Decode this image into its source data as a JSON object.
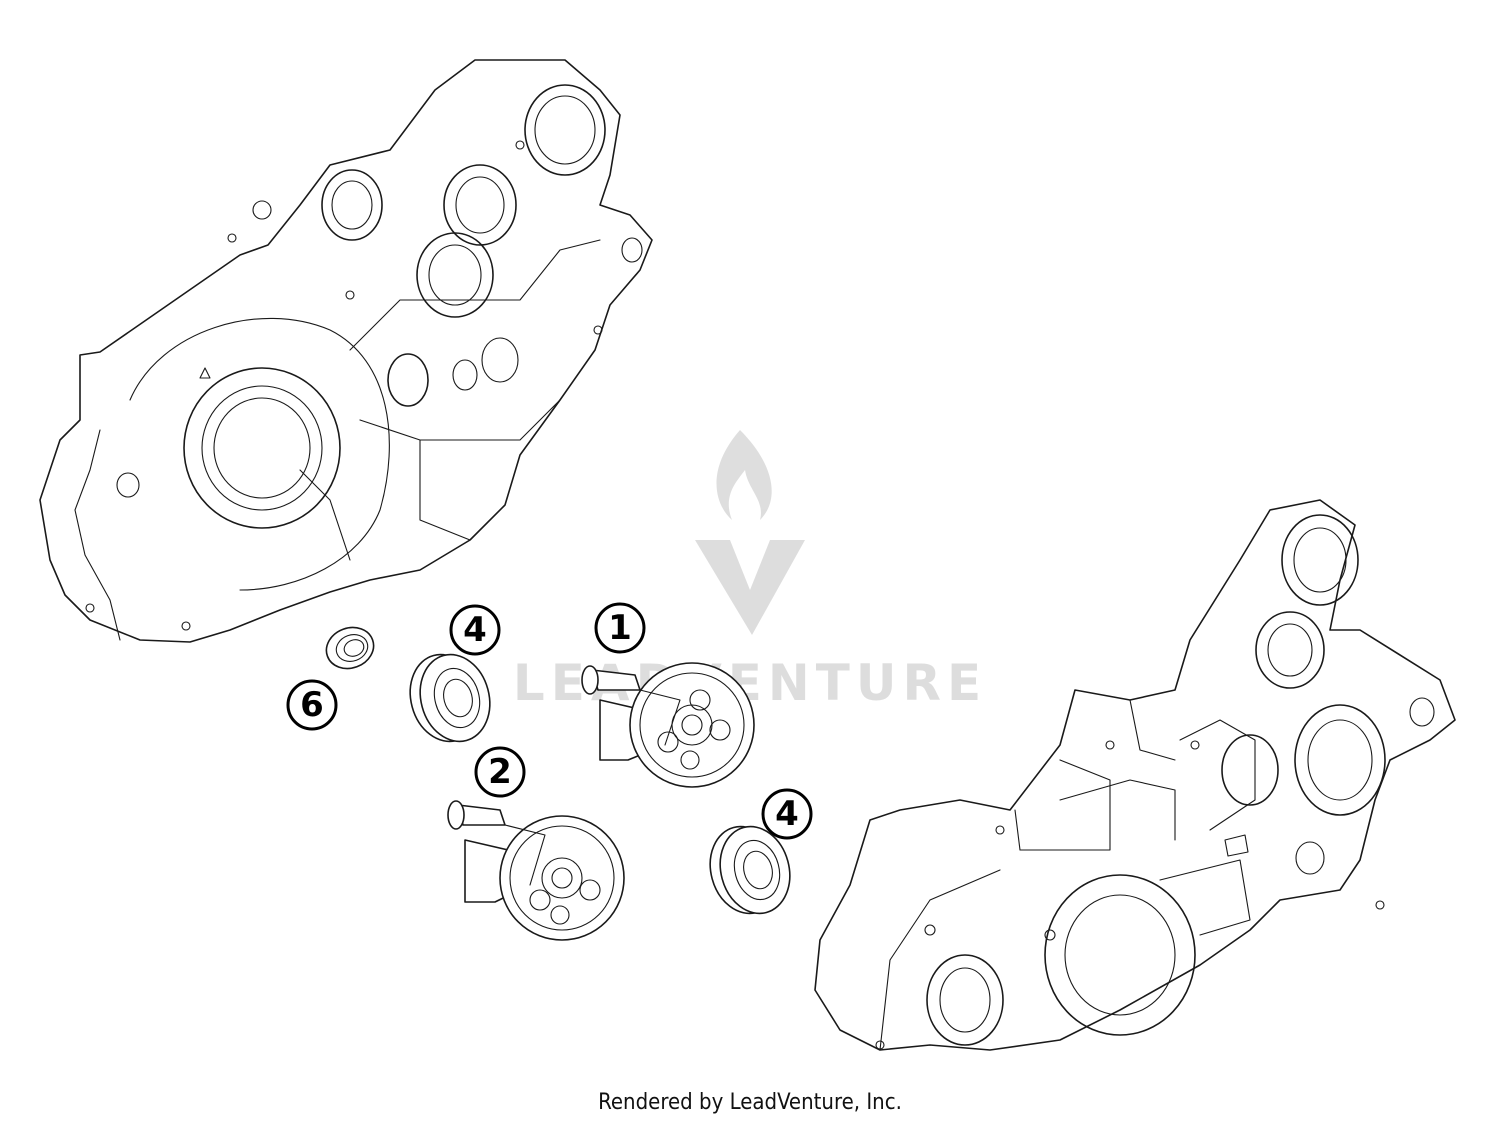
{
  "callouts": [
    {
      "id": "c1",
      "label": "1"
    },
    {
      "id": "c2",
      "label": "2"
    },
    {
      "id": "c4a",
      "label": "4"
    },
    {
      "id": "c4b",
      "label": "4"
    },
    {
      "id": "c6",
      "label": "6"
    }
  ],
  "watermark": {
    "text": "LEADVENTURE",
    "icon": "leadventure-flame-logo"
  },
  "footer": {
    "text": "Rendered by LeadVenture, Inc."
  },
  "colors": {
    "line": "#1a1a1a",
    "background": "#ffffff"
  }
}
